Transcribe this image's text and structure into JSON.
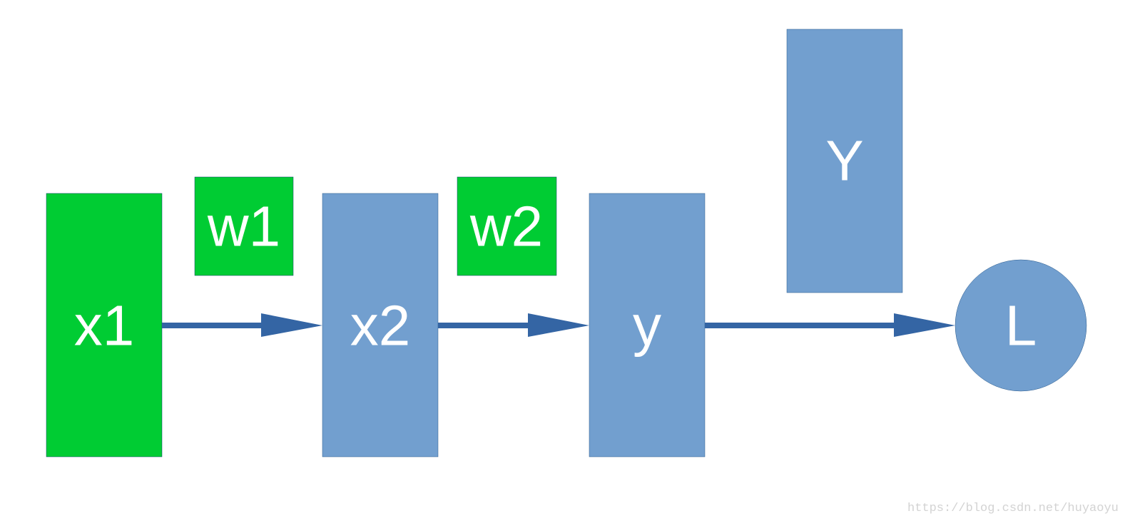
{
  "colors": {
    "green": "#00cc33",
    "blue": "#729fcf",
    "arrow": "#3465a4",
    "text": "#ffffff"
  },
  "nodes": {
    "x1": "x1",
    "w1": "w1",
    "x2": "x2",
    "w2": "w2",
    "y": "y",
    "Y": "Y",
    "L": "L"
  },
  "watermark": "https://blog.csdn.net/huyaoyu"
}
